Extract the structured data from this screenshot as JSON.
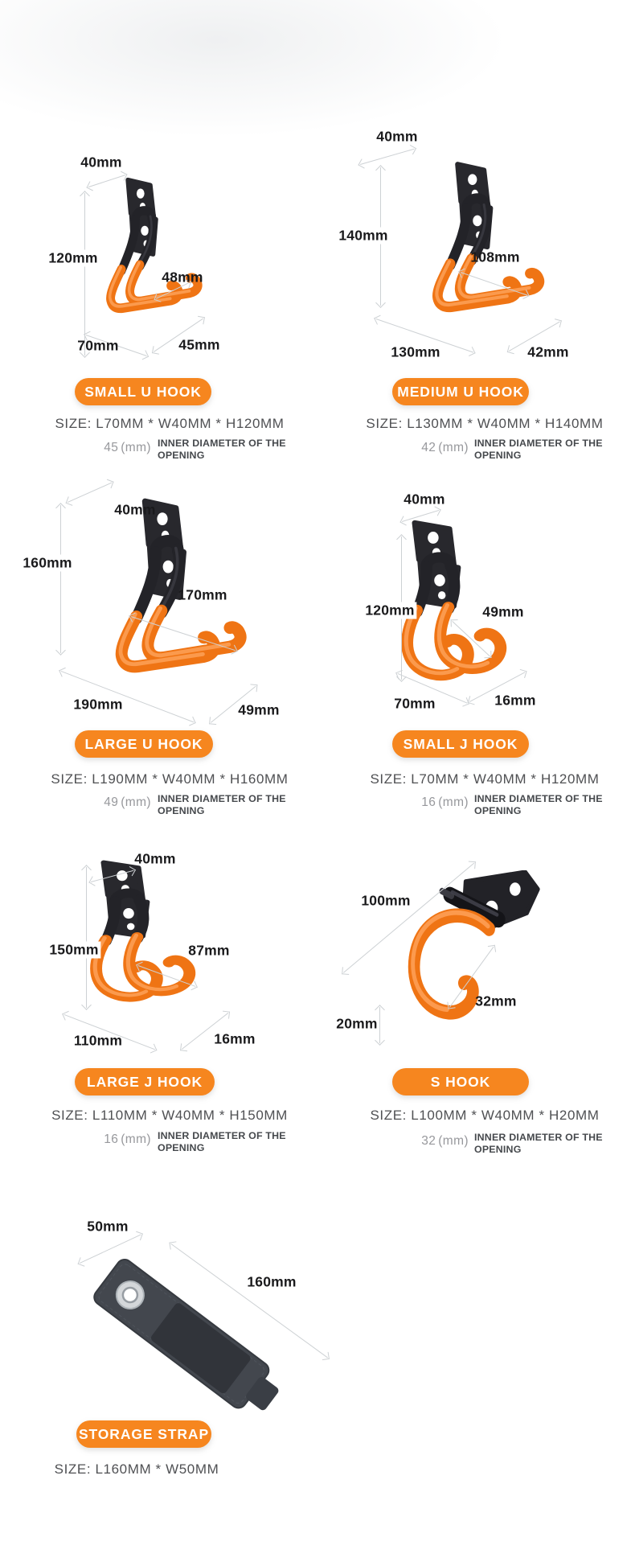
{
  "colors": {
    "accent_orange": "#F6861F",
    "hook_orange": "#EF7414",
    "bracket_black": "#28282D",
    "arrow_gray": "#CDD1D4",
    "size_text_gray": "#4F5053",
    "value_gray": "#97989C"
  },
  "products": [
    {
      "name": "SMALL U HOOK",
      "size": "SIZE: L70MM * W40MM * H120MM",
      "inner_value": "45",
      "inner_unit": "(mm)",
      "inner_caption_1": "INNER DIAMETER OF THE",
      "inner_caption_2": "OPENING",
      "dims": [
        "40mm",
        "120mm",
        "48mm",
        "70mm",
        "45mm"
      ]
    },
    {
      "name": "MEDIUM U HOOK",
      "size": "SIZE: L130MM * W40MM * H140MM",
      "inner_value": "42",
      "inner_unit": "(mm)",
      "inner_caption_1": "INNER DIAMETER OF THE",
      "inner_caption_2": "OPENING",
      "dims": [
        "40mm",
        "140mm",
        "108mm",
        "130mm",
        "42mm"
      ]
    },
    {
      "name": "LARGE U HOOK",
      "size": "SIZE: L190MM * W40MM * H160MM",
      "inner_value": "49",
      "inner_unit": "(mm)",
      "inner_caption_1": "INNER DIAMETER OF THE",
      "inner_caption_2": "OPENING",
      "dims": [
        "40mm",
        "160mm",
        "170mm",
        "190mm",
        "49mm"
      ]
    },
    {
      "name": "SMALL J HOOK",
      "size": "SIZE: L70MM * W40MM * H120MM",
      "inner_value": "16",
      "inner_unit": "(mm)",
      "inner_caption_1": "INNER DIAMETER OF THE",
      "inner_caption_2": "OPENING",
      "dims": [
        "40mm",
        "120mm",
        "49mm",
        "70mm",
        "16mm"
      ]
    },
    {
      "name": "LARGE J HOOK",
      "size": "SIZE: L110MM * W40MM * H150MM",
      "inner_value": "16",
      "inner_unit": "(mm)",
      "inner_caption_1": "INNER DIAMETER OF THE",
      "inner_caption_2": "OPENING",
      "dims": [
        "40mm",
        "150mm",
        "87mm",
        "110mm",
        "16mm"
      ]
    },
    {
      "name": "S HOOK",
      "size": "SIZE: L100MM * W40MM * H20MM",
      "inner_value": "32",
      "inner_unit": "(mm)",
      "inner_caption_1": "INNER DIAMETER OF THE",
      "inner_caption_2": "OPENING",
      "dims": [
        "100mm",
        "32mm",
        "20mm"
      ]
    },
    {
      "name": "STORAGE STRAP",
      "size": "SIZE: L160MM * W50MM",
      "dims": [
        "50mm",
        "160mm"
      ]
    }
  ]
}
